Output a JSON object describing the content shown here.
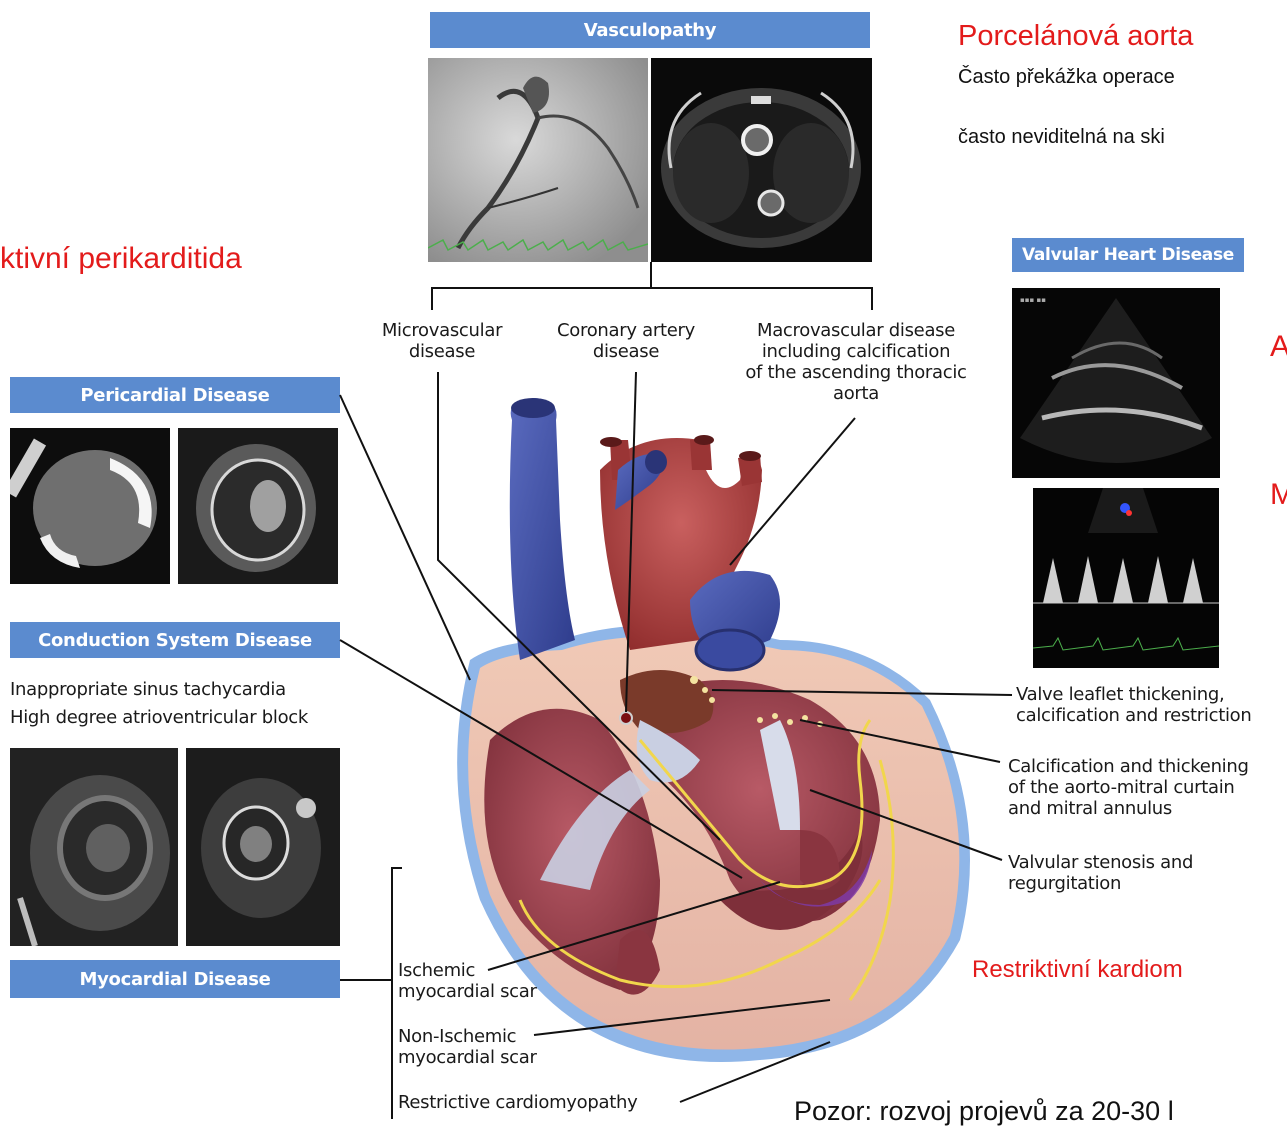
{
  "headers": {
    "vasculopathy": "Vasculopathy",
    "valvular": "Valvular Heart Disease",
    "pericardial": "Pericardial Disease",
    "conduction": "Conduction System Disease",
    "myocardial": "Myocardial Disease"
  },
  "annotations_cz": {
    "porcelain_title": "Porcelánová aorta",
    "porcelain_line1": "Často překážka operace",
    "porcelain_line2": "často neviditelná na ski",
    "pericarditis": "ktivní perikarditida",
    "valve_A": "A",
    "valve_M": "M",
    "restrictive": "Restriktivní kardiom",
    "warning": "Pozor: rozvoj projevů za 20-30 l"
  },
  "conduction_items": [
    "Inappropriate sinus tachycardia",
    "High degree atrioventricular block"
  ],
  "top_labels": {
    "microvascular": [
      "Microvascular",
      "disease"
    ],
    "coronary": [
      "Coronary artery",
      "disease"
    ],
    "macrovascular": [
      "Macrovascular disease",
      "including calcification",
      "of the ascending thoracic",
      "aorta"
    ]
  },
  "right_labels": {
    "valve_leaflet": [
      "Valve leaflet thickening,",
      "calcification and restriction"
    ],
    "aorto_mitral": [
      "Calcification and thickening",
      "of the aorto-mitral curtain",
      "and mitral annulus"
    ],
    "stenosis": [
      "Valvular stenosis and",
      "regurgitation"
    ]
  },
  "bottom_labels": {
    "ischemic": [
      "Ischemic",
      "myocardial scar"
    ],
    "non_ischemic": [
      "Non-Ischemic",
      "myocardial scar"
    ],
    "restrictive": "Restrictive cardiomyopathy"
  }
}
